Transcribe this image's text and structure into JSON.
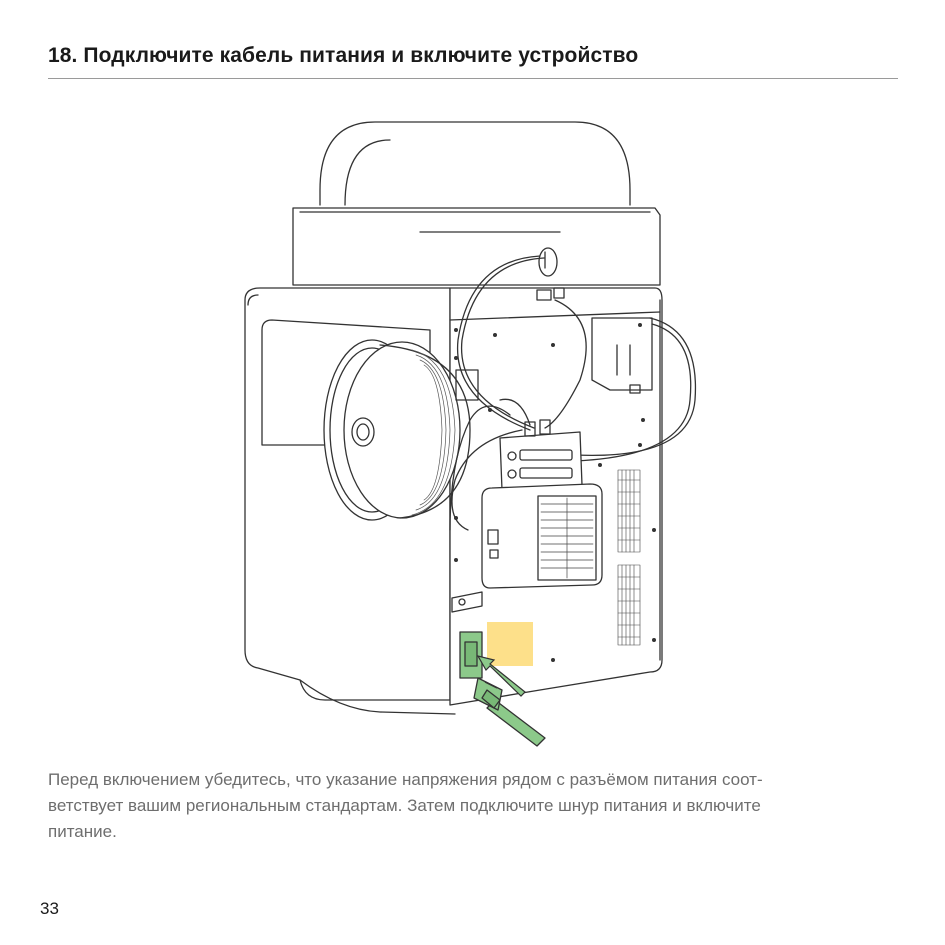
{
  "page": {
    "title": "18. Подключите кабель питания и включите устройство",
    "body_lines": [
      "Перед включением убедитесь, что указание напряжения рядом с разъёмом питания соот-",
      "ветствует вашим региональным стандартам. Затем подключите шнур питания и включите",
      "питание."
    ],
    "page_number": "33"
  },
  "illustration": {
    "highlight_colors": {
      "power_socket": "#8cc98a",
      "voltage_label": "#fde08a",
      "line": "#333333"
    },
    "icon": "printer-rear-view-with-power-cable"
  }
}
